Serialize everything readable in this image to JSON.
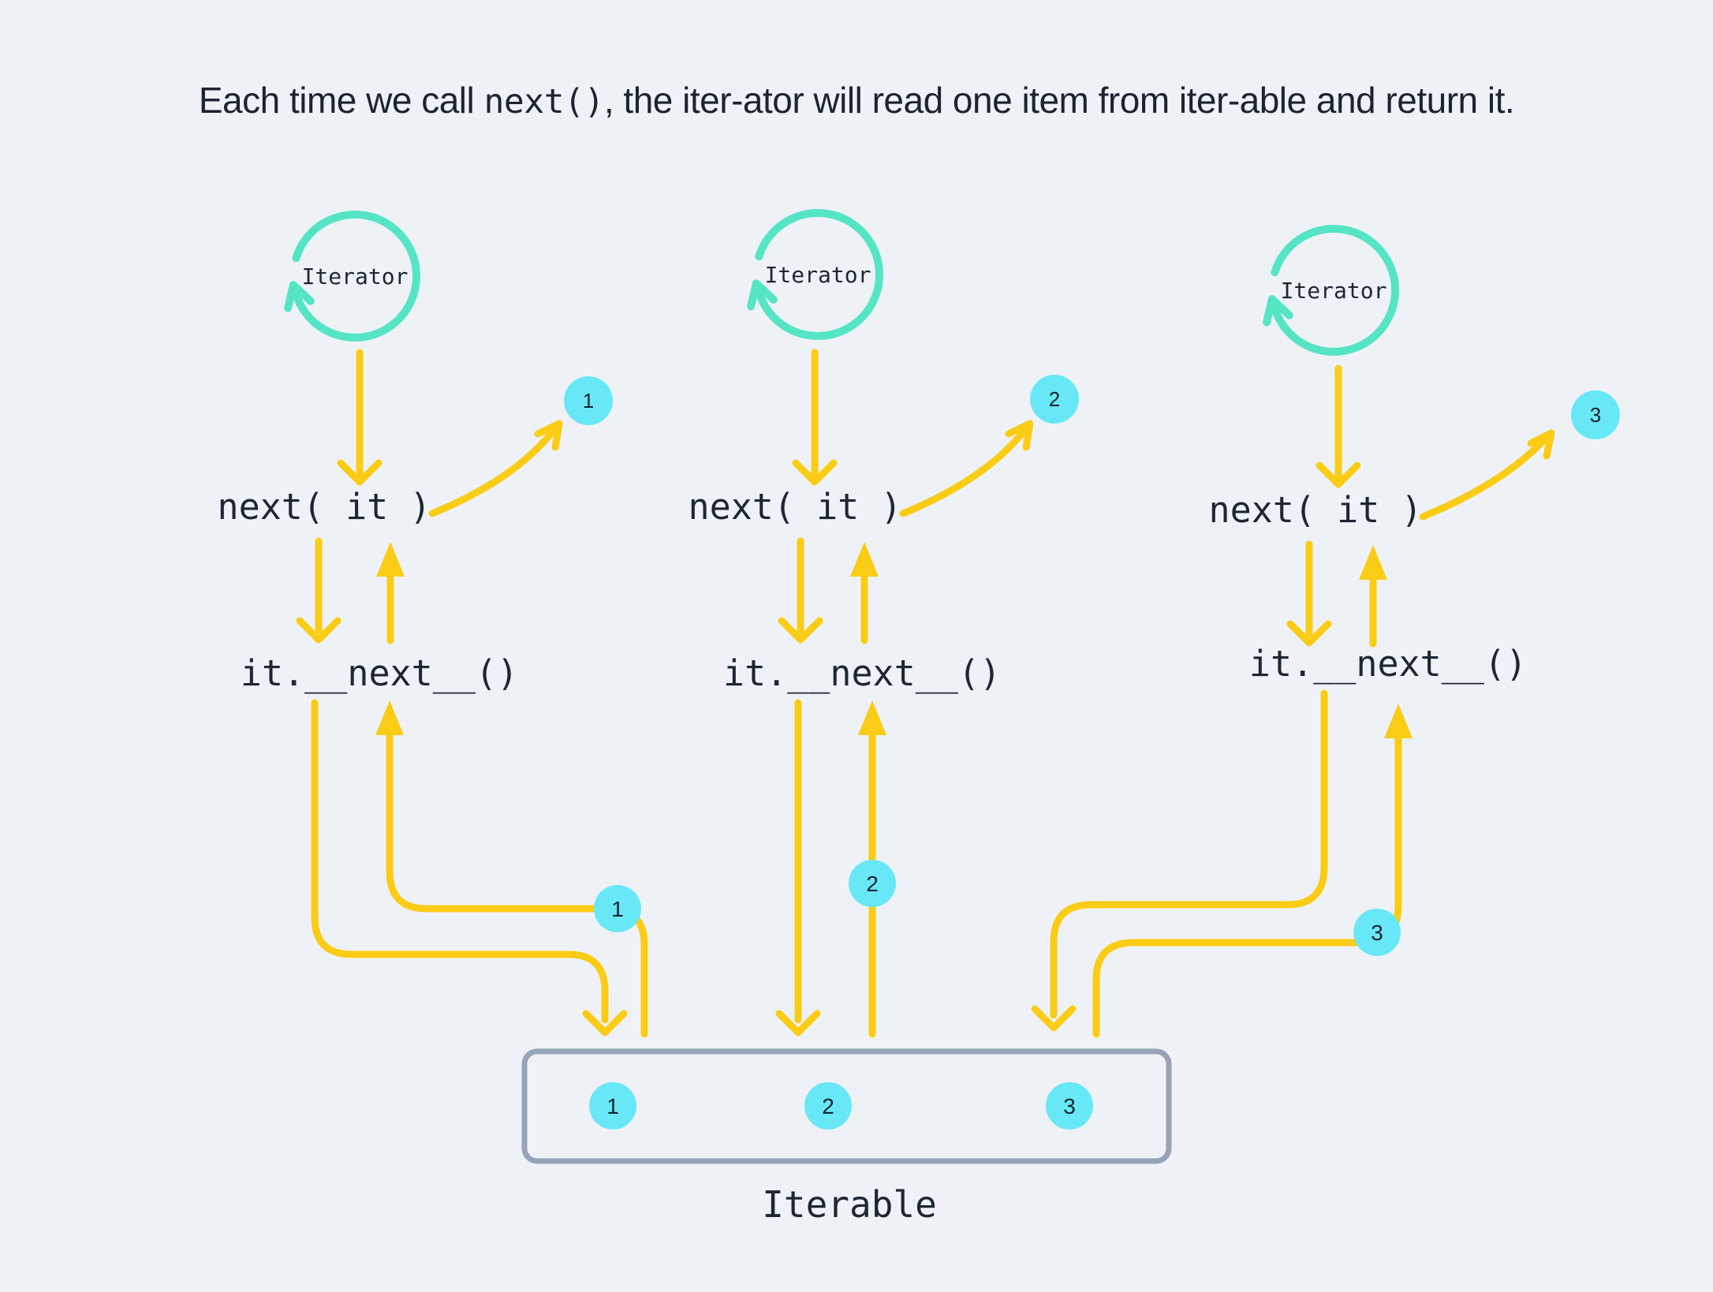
{
  "title": {
    "prefix": "Each time we call ",
    "code": "next()",
    "suffix": ", the iter-ator will read one item from iter-able and return it."
  },
  "columns": [
    {
      "iterator_label": "Iterator",
      "call_label": "next( it )",
      "dunder_label": "it.__next__()",
      "value": "1"
    },
    {
      "iterator_label": "Iterator",
      "call_label": "next( it )",
      "dunder_label": "it.__next__()",
      "value": "2"
    },
    {
      "iterator_label": "Iterator",
      "call_label": "next( it )",
      "dunder_label": "it.__next__()",
      "value": "3"
    }
  ],
  "iterable": {
    "label": "Iterable",
    "items": [
      "1",
      "2",
      "3"
    ]
  },
  "colors": {
    "background": "#EEF2F7",
    "accent_yellow": "#FACC15",
    "accent_teal": "#55E5C5",
    "accent_cyan": "#68E7F7",
    "text": "#1C2733",
    "box_border": "#97A3B6"
  }
}
